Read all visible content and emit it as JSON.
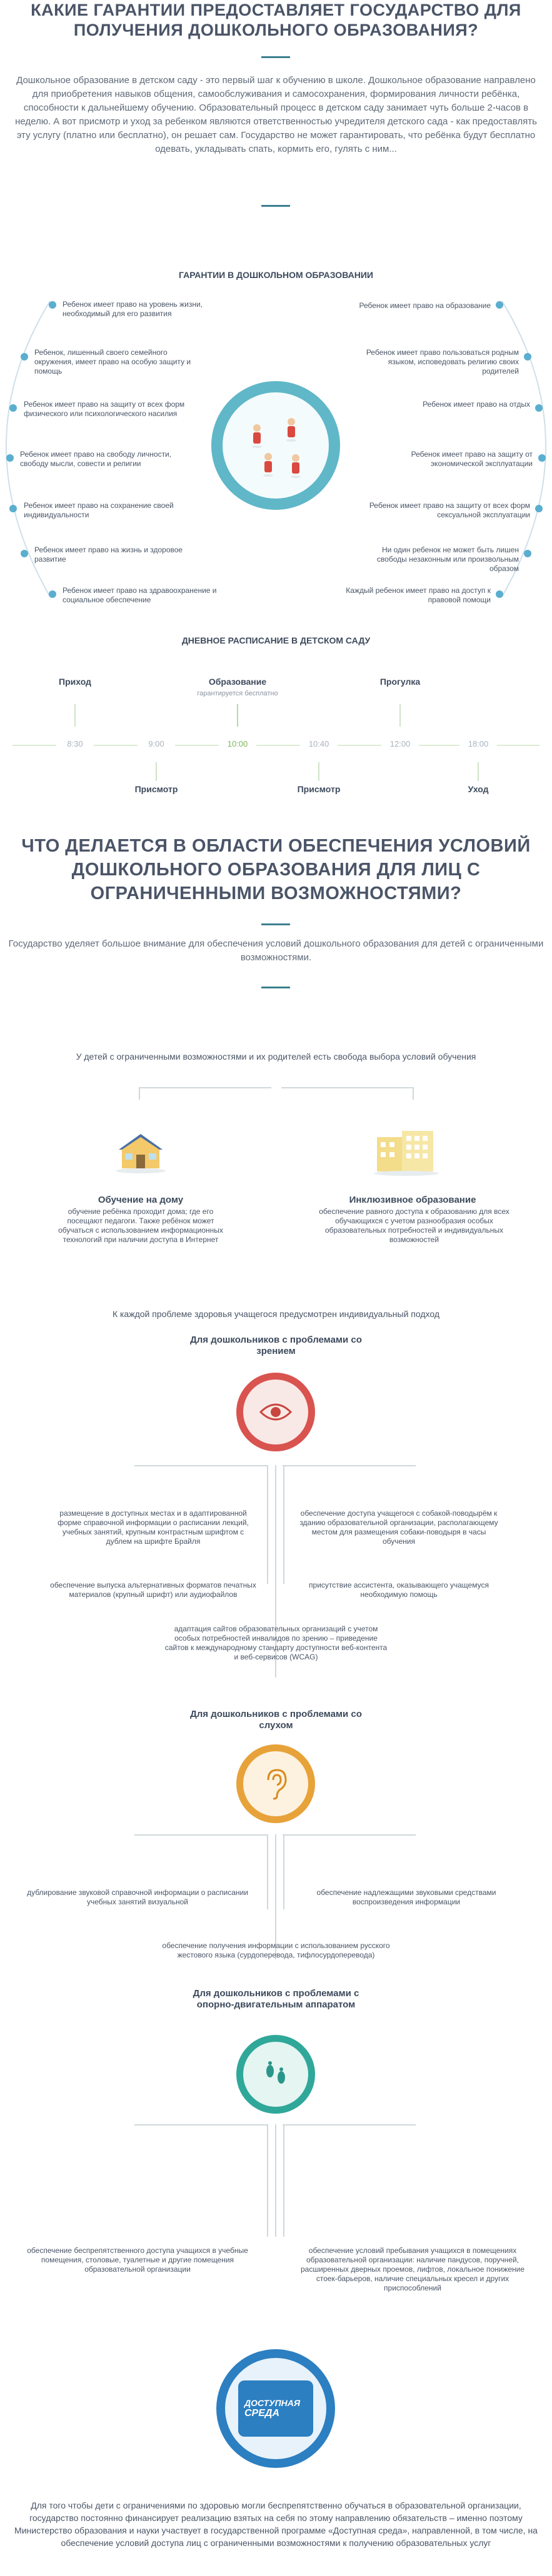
{
  "header": {
    "title": "КАКИЕ ГАРАНТИИ ПРЕДОСТАВЛЯЕТ ГОСУДАРСТВО ДЛЯ ПОЛУЧЕНИЯ ДОШКОЛЬНОГО ОБРАЗОВАНИЯ?",
    "intro": "Дошкольное образование в детском саду - это первый шаг к обучению в школе. Дошкольное образование направлено для приобретения навыков общения, самообслуживания и самосохранения, формирования личности ребёнка, способности к дальнейшему обучению. Образовательный процесс в детском саду занимает чуть больше 2-часов в неделю. А вот присмотр и уход за ребенком являются ответственностью учредителя детского сада - как предоставлять эту услугу (платно или бесплатно), он решает сам. Государство не может гарантировать, что ребёнка будут бесплатно одевать, укладывать спать, кормить его, гулять с ним..."
  },
  "guarantees": {
    "title": "ГАРАНТИИ В ДОШКОЛЬНОМ ОБРАЗОВАНИИ",
    "left": [
      "Ребенок имеет право на уровень жизни, необходимый для его развития",
      "Ребенок, лишенный своего семейного окружения, имеет право на особую защиту и помощь",
      "Ребенок имеет право на защиту от всех форм физического или психологического насилия",
      "Ребенок имеет право на свободу личности, свободу мысли, совести и религии",
      "Ребенок имеет право на сохранение своей индивидуальности",
      "Ребенок имеет право на жизнь и здоровое развитие",
      "Ребенок имеет право на здравоохранение и социальное обеспечение"
    ],
    "right": [
      "Ребенок имеет право на образование",
      "Ребенок имеет право пользоваться родным языком, исповедовать религию своих родителей",
      "Ребенок имеет право на отдых",
      "Ребенок имеет право на защиту от экономической эксплуатации",
      "Ребенок имеет право на защиту от всех форм сексуальной эксплуатации",
      "Ни один ребенок не может быть лишен свободы незаконным или произвольным образом",
      "Каждый ребенок имеет право на доступ к правовой помощи"
    ]
  },
  "schedule": {
    "title": "ДНЕВНОЕ РАСПИСАНИЕ В ДЕТСКОМ САДУ",
    "top": [
      {
        "label": "Приход",
        "sub": ""
      },
      {
        "label": "Образование",
        "sub": "гарантируется бесплатно"
      },
      {
        "label": "Прогулка",
        "sub": ""
      }
    ],
    "times": [
      "8:30",
      "9:00",
      "10:00",
      "10:40",
      "12:00",
      "18:00"
    ],
    "bottom": [
      "Присмотр",
      "Присмотр",
      "Уход"
    ]
  },
  "disability": {
    "title": "ЧТО ДЕЛАЕТСЯ В ОБЛАСТИ ОБЕСПЕЧЕНИЯ УСЛОВИЙ ДОШКОЛЬНОГО ОБРАЗОВАНИЯ ДЛЯ ЛИЦ С ОГРАНИЧЕННЫМИ ВОЗМОЖНОСТЯМИ?",
    "intro": "Государство уделяет большое внимание для обеспечения условий дошкольного образования для детей с ограниченными возможностями.",
    "choice": "У детей с ограниченными возможностями и их родителей есть свобода выбора условий обучения",
    "home_title": "Обучение на дому",
    "home_text": "обучение ребёнка проходит дома; где его посещают педагоги. Также ребёнок может обучаться с использованием информационных технологий при наличии доступа в Интернет",
    "inclusive_title": "Инклюзивное образование",
    "inclusive_text": "обеспечение равного доступа к образованию для всех обучающихся с учетом разнообразия особых образовательных потребностей и индивидуальных возможностей",
    "approach": "К каждой проблеме здоровья учащегося предусмотрен индивидуальный подход"
  },
  "vision": {
    "title": "Для дошкольников с проблемами со зрением",
    "left1": "размещение в доступных местах и в адаптированной форме справочной информации о расписании лекций, учебных занятий, крупным контрастным шрифтом с дублем на шрифте Брайля",
    "right1": "обеспечение доступа учащегося с собакой-поводырём к зданию образовательной организации, располагающему местом для размещения собаки-поводыря в часы обучения",
    "left2": "обеспечение выпуска альтернативных форматов печатных материалов (крупный шрифт) или аудиофайлов",
    "right2": "присутствие ассистента, оказывающего учащемуся необходимую помощь",
    "bottom": "адаптация сайтов образовательных организаций с учетом особых потребностей инвалидов по зрению – приведение сайтов к международному стандарту доступности веб-контента и веб-сервисов (WCAG)"
  },
  "hearing": {
    "title": "Для дошкольников с проблемами со слухом",
    "left": "дублирование звуковой справочной информации о расписании учебных занятий визуальной",
    "right": "обеспечение надлежащими звуковыми средствами воспроизведения информации",
    "bottom": "обеспечение получения информации с использованием русского жестового языка (сурдоперевода, тифлосурдоперевода)"
  },
  "motor": {
    "title": "Для дошкольников с проблемами с опорно-двигательным аппаратом",
    "left": "обеспечение беспрепятственного доступа учащихся в учебные помещения, столовые, туалетные и другие помещения образовательной организации",
    "right": "обеспечение условий пребывания учащихся в помещениях образовательной организации: наличие пандусов, поручней, расширенных дверных проемов, лифтов, локальное понижение стоек-барьеров, наличие специальных кресел и других приспособлений"
  },
  "program": {
    "badge_line1": "ДОСТУПНАЯ",
    "badge_line2": "СРЕДА",
    "text": "Для того чтобы дети с ограничениями по здоровью могли беспрепятственно обучаться в образовательной организации, государство постоянно финансирует реализацию взятых на себя по этому направлению обязательств – именно поэтому Министерство образования и науки участвует в государственной программе «Доступная среда», направленной, в том числе, на обеспечение условий доступа лиц с ограниченными возможностями к получению образовательных услуг"
  },
  "colors": {
    "accent": "#3c7f90",
    "dot": "#5aaecf",
    "vision_ring": "#d9534f",
    "hearing_ring": "#e8a23a",
    "motor_ring": "#2fa89a",
    "program_ring": "#2c7fc1"
  }
}
